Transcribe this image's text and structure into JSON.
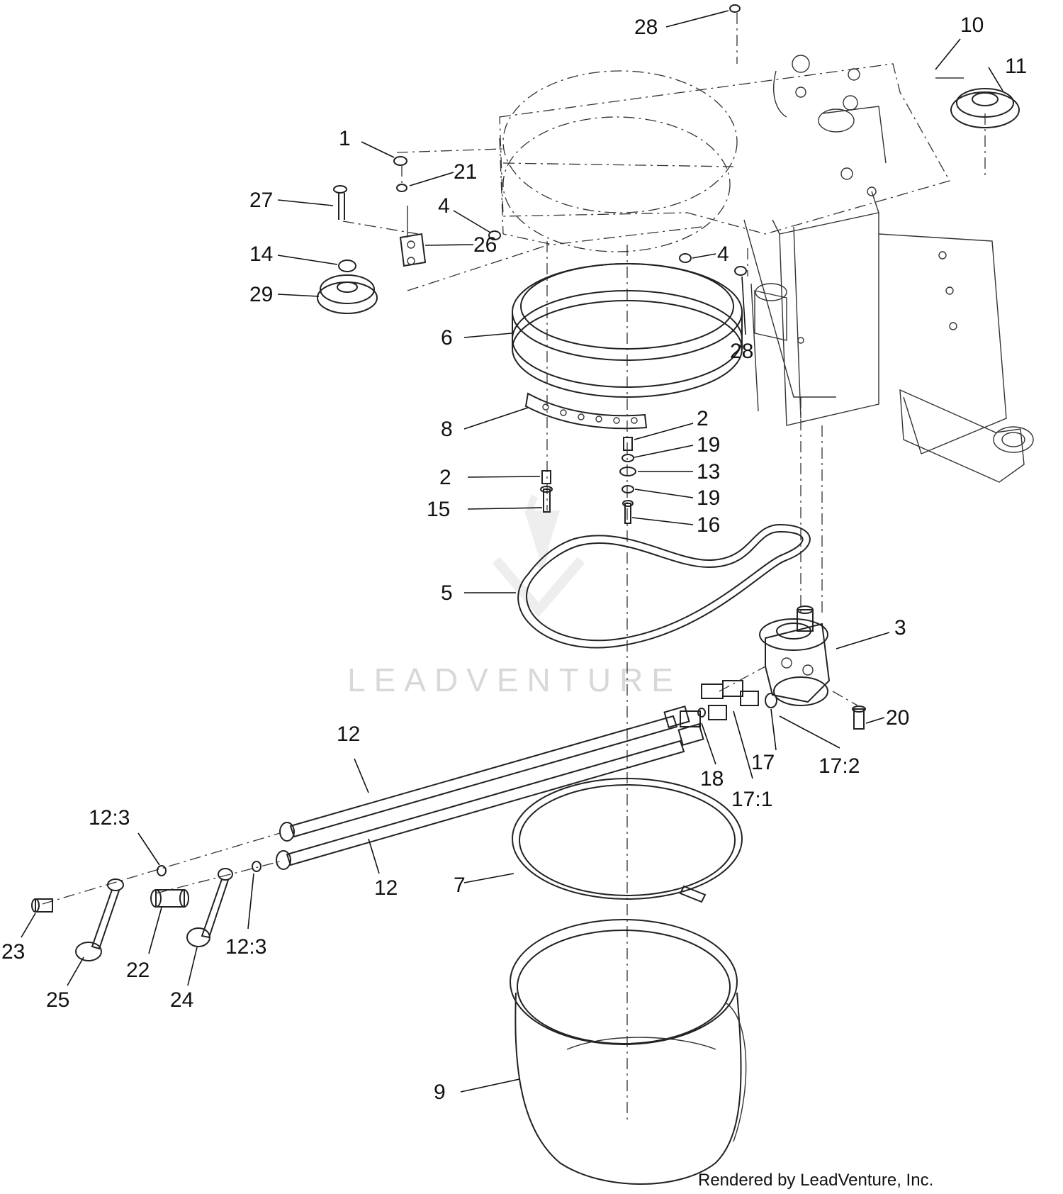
{
  "diagram": {
    "watermark": "LEADVENTURE",
    "credit": "Rendered by LeadVenture, Inc.",
    "callouts": [
      {
        "id": "1",
        "text": "1"
      },
      {
        "id": "2a",
        "text": "2"
      },
      {
        "id": "2b",
        "text": "2"
      },
      {
        "id": "3",
        "text": "3"
      },
      {
        "id": "4a",
        "text": "4"
      },
      {
        "id": "4b",
        "text": "4"
      },
      {
        "id": "5",
        "text": "5"
      },
      {
        "id": "6",
        "text": "6"
      },
      {
        "id": "7",
        "text": "7"
      },
      {
        "id": "8",
        "text": "8"
      },
      {
        "id": "9",
        "text": "9"
      },
      {
        "id": "10",
        "text": "10"
      },
      {
        "id": "11",
        "text": "11"
      },
      {
        "id": "12a",
        "text": "12"
      },
      {
        "id": "12b",
        "text": "12"
      },
      {
        "id": "12-3a",
        "text": "12:3"
      },
      {
        "id": "12-3b",
        "text": "12:3"
      },
      {
        "id": "13",
        "text": "13"
      },
      {
        "id": "14",
        "text": "14"
      },
      {
        "id": "15",
        "text": "15"
      },
      {
        "id": "16",
        "text": "16"
      },
      {
        "id": "17",
        "text": "17"
      },
      {
        "id": "17-1",
        "text": "17:1"
      },
      {
        "id": "17-2",
        "text": "17:2"
      },
      {
        "id": "18",
        "text": "18"
      },
      {
        "id": "19a",
        "text": "19"
      },
      {
        "id": "19b",
        "text": "19"
      },
      {
        "id": "20",
        "text": "20"
      },
      {
        "id": "21",
        "text": "21"
      },
      {
        "id": "22",
        "text": "22"
      },
      {
        "id": "23",
        "text": "23"
      },
      {
        "id": "24",
        "text": "24"
      },
      {
        "id": "25",
        "text": "25"
      },
      {
        "id": "26",
        "text": "26"
      },
      {
        "id": "27",
        "text": "27"
      },
      {
        "id": "28a",
        "text": "28"
      },
      {
        "id": "28b",
        "text": "28"
      },
      {
        "id": "29",
        "text": "29"
      }
    ]
  }
}
